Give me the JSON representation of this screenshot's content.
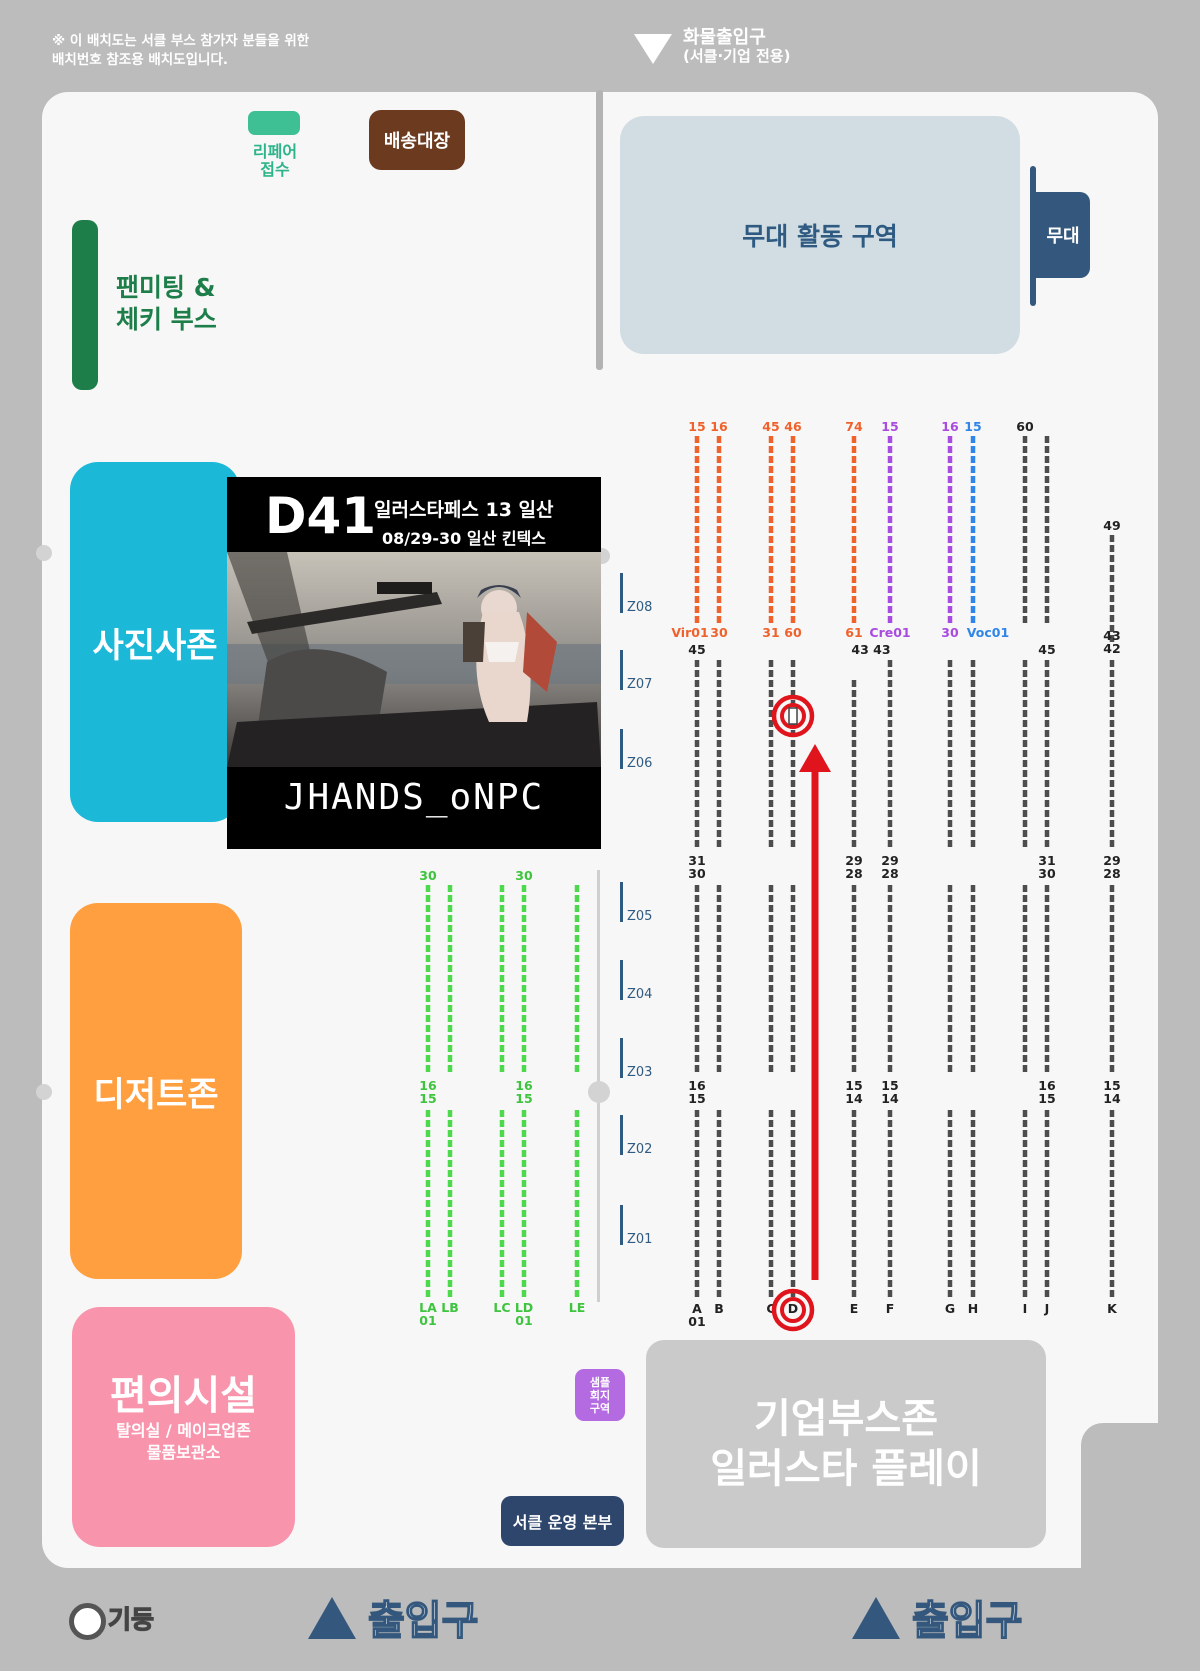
{
  "notice": {
    "line1": "※ 이 배치도는 서클 부스 참가자 분들을 위한",
    "line2": "배치번호 참조용 배치도입니다."
  },
  "cargo_entrance": {
    "line1": "화물출입구",
    "line2": "(서클·기업 전용)"
  },
  "areas": {
    "repair": {
      "line1": "리페어",
      "line2": "접수"
    },
    "delivery": "배송대장",
    "fanmeeting": {
      "line1": "팬미팅 &",
      "line2": "체키 부스"
    },
    "stage_area": "무대 활동 구역",
    "stage": "무대",
    "photo_zone": "사진사존",
    "dessert_zone": "디저트존",
    "convenience": {
      "title": "편의시설",
      "line1": "탈의실 / 메이크업존",
      "line2": "물품보관소"
    },
    "sample": {
      "line1": "샘플",
      "line2": "회지",
      "line3": "구역"
    },
    "hq": "서클 운영 본부",
    "corp": {
      "line1": "기업부스존",
      "line2": "일러스타 플레이"
    }
  },
  "booth_card": {
    "code": "D41",
    "event": "일러스타페스 13 일산",
    "date": "08/29-30 일산 킨텍스",
    "circle": "JHANDS_oNPC"
  },
  "legend": {
    "pillar": "기둥"
  },
  "exits": [
    "출입구",
    "출입구"
  ],
  "zones": [
    "Z08",
    "Z07",
    "Z06",
    "Z05",
    "Z04",
    "Z03",
    "Z02",
    "Z01"
  ],
  "colors": {
    "genre_orange": "#f0622c",
    "genre_purple": "#a94ae0",
    "genre_blue": "#2f86e8",
    "genre_green": "#4dd84d",
    "booth_gray": "#4d4d4d",
    "marker_red": "#e0141c",
    "stage_blue": "#34587d"
  },
  "top_labels": [
    {
      "text": "15",
      "color": "#f0622c"
    },
    {
      "text": "16",
      "color": "#f0622c"
    },
    {
      "text": "45",
      "color": "#f0622c"
    },
    {
      "text": "46",
      "color": "#f0622c"
    },
    {
      "text": "74",
      "color": "#f0622c"
    },
    {
      "text": "15",
      "color": "#a94ae0"
    },
    {
      "text": "16",
      "color": "#a94ae0"
    },
    {
      "text": "15",
      "color": "#2f86e8"
    },
    {
      "text": "60",
      "color": "#222"
    }
  ],
  "mid_labels": [
    {
      "text": "Vir01",
      "color": "#f0622c"
    },
    {
      "text": "30",
      "color": "#f0622c"
    },
    {
      "text": "31",
      "color": "#f0622c"
    },
    {
      "text": "60",
      "color": "#f0622c"
    },
    {
      "text": "61",
      "color": "#f0622c"
    },
    {
      "text": "Cre01",
      "color": "#a94ae0"
    },
    {
      "text": "30",
      "color": "#a94ae0"
    },
    {
      "text": "Voc01",
      "color": "#2f86e8"
    }
  ],
  "gray_labels": [
    "45",
    "43 43",
    "45",
    "49",
    "43",
    "42",
    "31",
    "30",
    "29",
    "28",
    "29",
    "28",
    "31",
    "30",
    "29",
    "28",
    "16",
    "15",
    "15",
    "14",
    "15",
    "14",
    "16",
    "15",
    "15",
    "14"
  ],
  "green_labels": [
    "30",
    "30",
    "16",
    "15",
    "16",
    "15",
    "LA",
    "LB",
    "LC",
    "LD",
    "LE",
    "01",
    "01"
  ],
  "row_letters": [
    "A",
    "B",
    "C",
    "D",
    "E",
    "F",
    "G",
    "H",
    "I",
    "J",
    "K"
  ],
  "row_start": "01"
}
